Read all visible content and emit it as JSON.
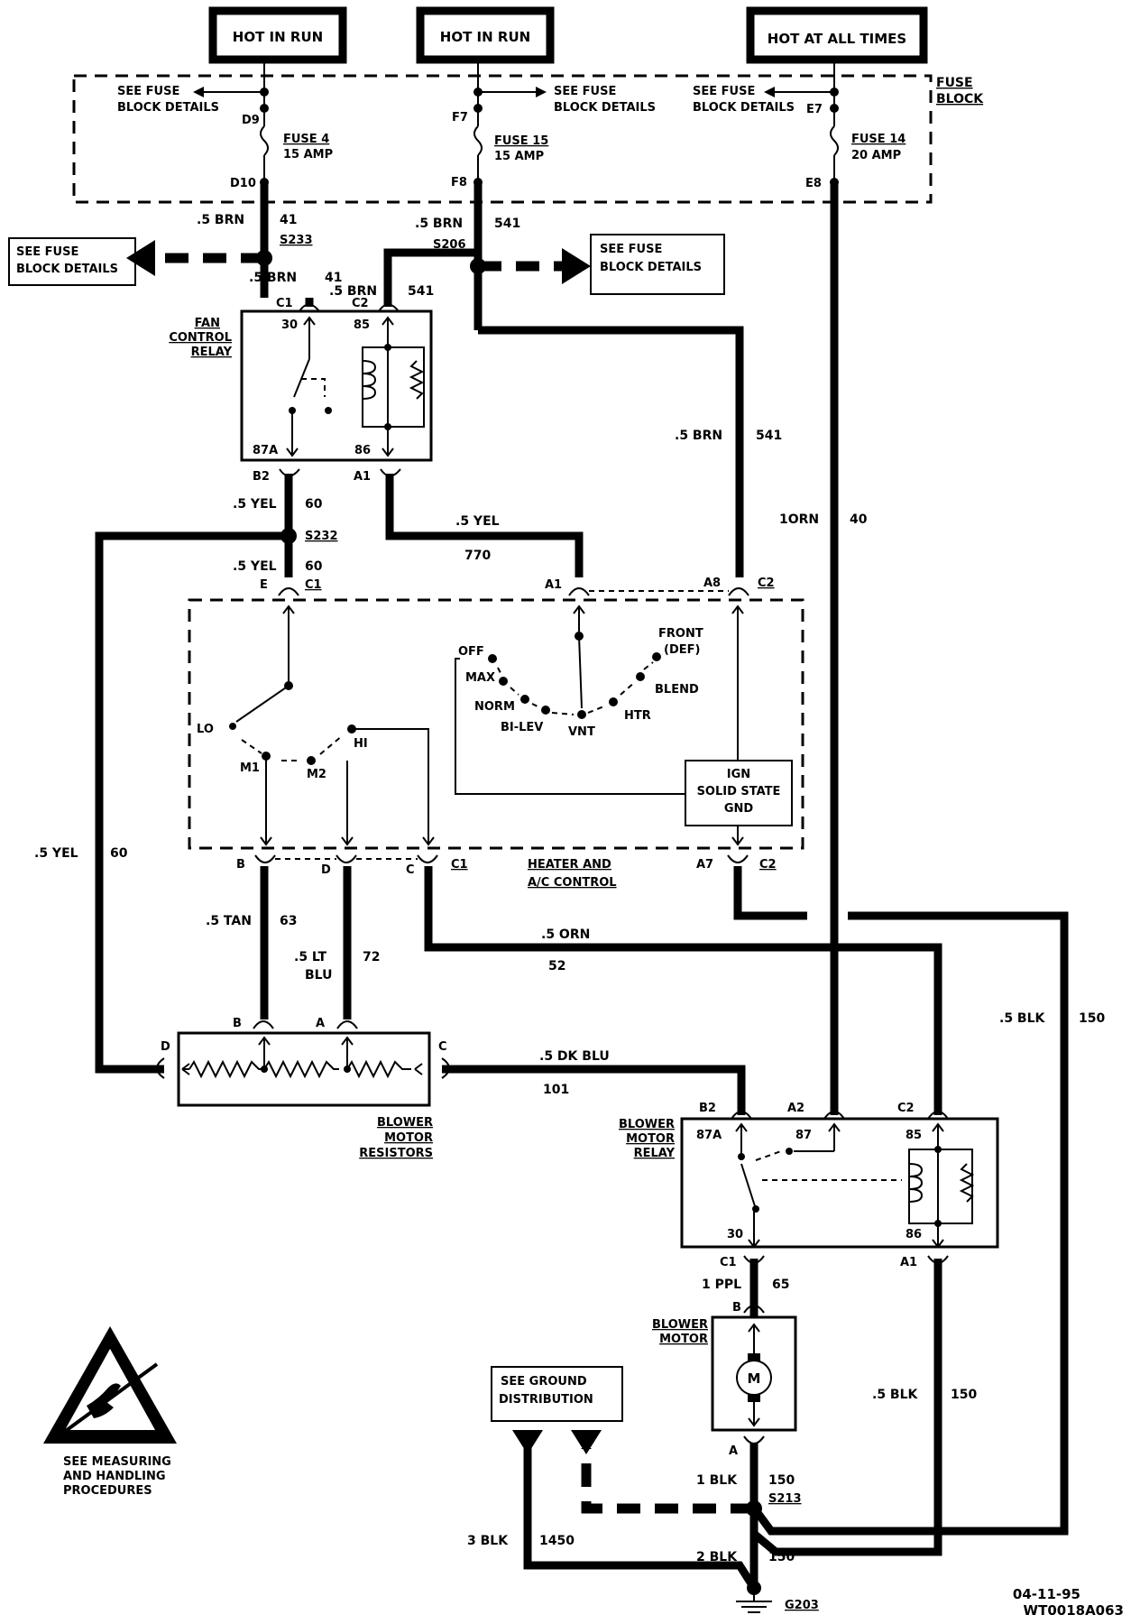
{
  "power_sources": {
    "run_1": "HOT IN RUN",
    "run_2": "HOT IN RUN",
    "always": "HOT AT ALL TIMES"
  },
  "fuse_block": {
    "title_1": "FUSE",
    "title_2": "BLOCK",
    "see_fuse_a1": "SEE FUSE",
    "see_fuse_a2": "BLOCK DETAILS",
    "see_fuse_b1": "SEE FUSE",
    "see_fuse_b2": "BLOCK DETAILS",
    "see_fuse_c1": "SEE FUSE",
    "see_fuse_c2": "BLOCK DETAILS",
    "fuse4_name": "FUSE 4",
    "fuse4_amp": "15 AMP",
    "fuse15_name": "FUSE 15",
    "fuse15_amp": "15 AMP",
    "fuse14_name": "FUSE 14",
    "fuse14_amp": "20 AMP",
    "pin_d9": "D9",
    "pin_d10": "D10",
    "pin_f7": "F7",
    "pin_f8": "F8",
    "pin_e7": "E7",
    "pin_e8": "E8"
  },
  "splices": {
    "s233": "S233",
    "s206": "S206",
    "s232": "S232",
    "s213": "S213",
    "g203": "G203"
  },
  "side_boxes": {
    "left_1": "SEE FUSE",
    "left_2": "BLOCK DETAILS",
    "right_1": "SEE FUSE",
    "right_2": "BLOCK DETAILS",
    "ground_1": "SEE GROUND",
    "ground_2": "DISTRIBUTION"
  },
  "wires": {
    "w41_top_gauge": ".5 BRN",
    "w41_top_num": "41",
    "w41_bot_gauge": ".5 BRN",
    "w41_bot_num": "41",
    "w541_top_gauge": ".5 BRN",
    "w541_top_num": "541",
    "w541_bot_gauge": ".5 BRN",
    "w541_bot_num": "541",
    "w541_mid_gauge": ".5 BRN",
    "w541_mid_num": "541",
    "w40_gauge": "1ORN",
    "w40_num": "40",
    "w60_a_gauge": ".5 YEL",
    "w60_a_num": "60",
    "w60_b_gauge": ".5 YEL",
    "w60_b_num": "60",
    "w60_left_gauge": ".5 YEL",
    "w60_left_num": "60",
    "w770_gauge": ".5 YEL",
    "w770_num": "770",
    "w63_gauge": ".5 TAN",
    "w63_num": "63",
    "w72_gauge_1": ".5 LT",
    "w72_gauge_2": "BLU",
    "w72_num": "72",
    "w52_gauge": ".5 ORN",
    "w52_num": "52",
    "w101_gauge": ".5 DK BLU",
    "w101_num": "101",
    "w150_right_gauge": ".5 BLK",
    "w150_right_num": "150",
    "w150_a1_gauge": ".5 BLK",
    "w150_a1_num": "150",
    "w65_gauge": "1 PPL",
    "w65_num": "65",
    "w150_motor_gauge": "1 BLK",
    "w150_motor_num": "150",
    "w1450_gauge": "3 BLK",
    "w1450_num": "1450",
    "w150_g_gauge": "2 BLK",
    "w150_g_num": "150"
  },
  "fan_relay": {
    "label_1": "FAN",
    "label_2": "CONTROL",
    "label_3": "RELAY",
    "c1": "C1",
    "c2": "C2",
    "p30": "30",
    "p85": "85",
    "p87a": "87A",
    "p86": "86",
    "b2": "B2",
    "a1": "A1"
  },
  "control": {
    "conn_e": "E",
    "conn_c1_top": "C1",
    "a1": "A1",
    "a8": "A8",
    "c2_top": "C2",
    "lo": "LO",
    "m1": "M1",
    "m2": "M2",
    "hi": "HI",
    "off": "OFF",
    "max": "MAX",
    "norm": "NORM",
    "bilev": "BI-LEV",
    "vnt": "VNT",
    "htr": "HTR",
    "blend": "BLEND",
    "front": "FRONT",
    "def": "(DEF)",
    "ign": "IGN",
    "solid": "SOLID STATE",
    "gnd": "GND",
    "b": "B",
    "d": "D",
    "c": "C",
    "c1_bot": "C1",
    "a7": "A7",
    "c2_bot": "C2",
    "name_1": "HEATER AND",
    "name_2": "A/C CONTROL"
  },
  "resistors": {
    "b": "B",
    "a": "A",
    "d": "D",
    "c": "C",
    "label_1": "BLOWER",
    "label_2": "MOTOR",
    "label_3": "RESISTORS"
  },
  "blower_relay": {
    "label_1": "BLOWER",
    "label_2": "MOTOR",
    "label_3": "RELAY",
    "b2": "B2",
    "a2": "A2",
    "c2": "C2",
    "p87a": "87A",
    "p87": "87",
    "p85": "85",
    "p30": "30",
    "p86": "86",
    "c1": "C1",
    "a1": "A1"
  },
  "blower_motor": {
    "label_1": "BLOWER",
    "label_2": "MOTOR",
    "b": "B",
    "a": "A",
    "m": "M"
  },
  "esd": {
    "line_1": "SEE MEASURING",
    "line_2": "AND HANDLING",
    "line_3": "PROCEDURES"
  },
  "footer": {
    "date": "04-11-95",
    "code": "WT0018A063"
  }
}
